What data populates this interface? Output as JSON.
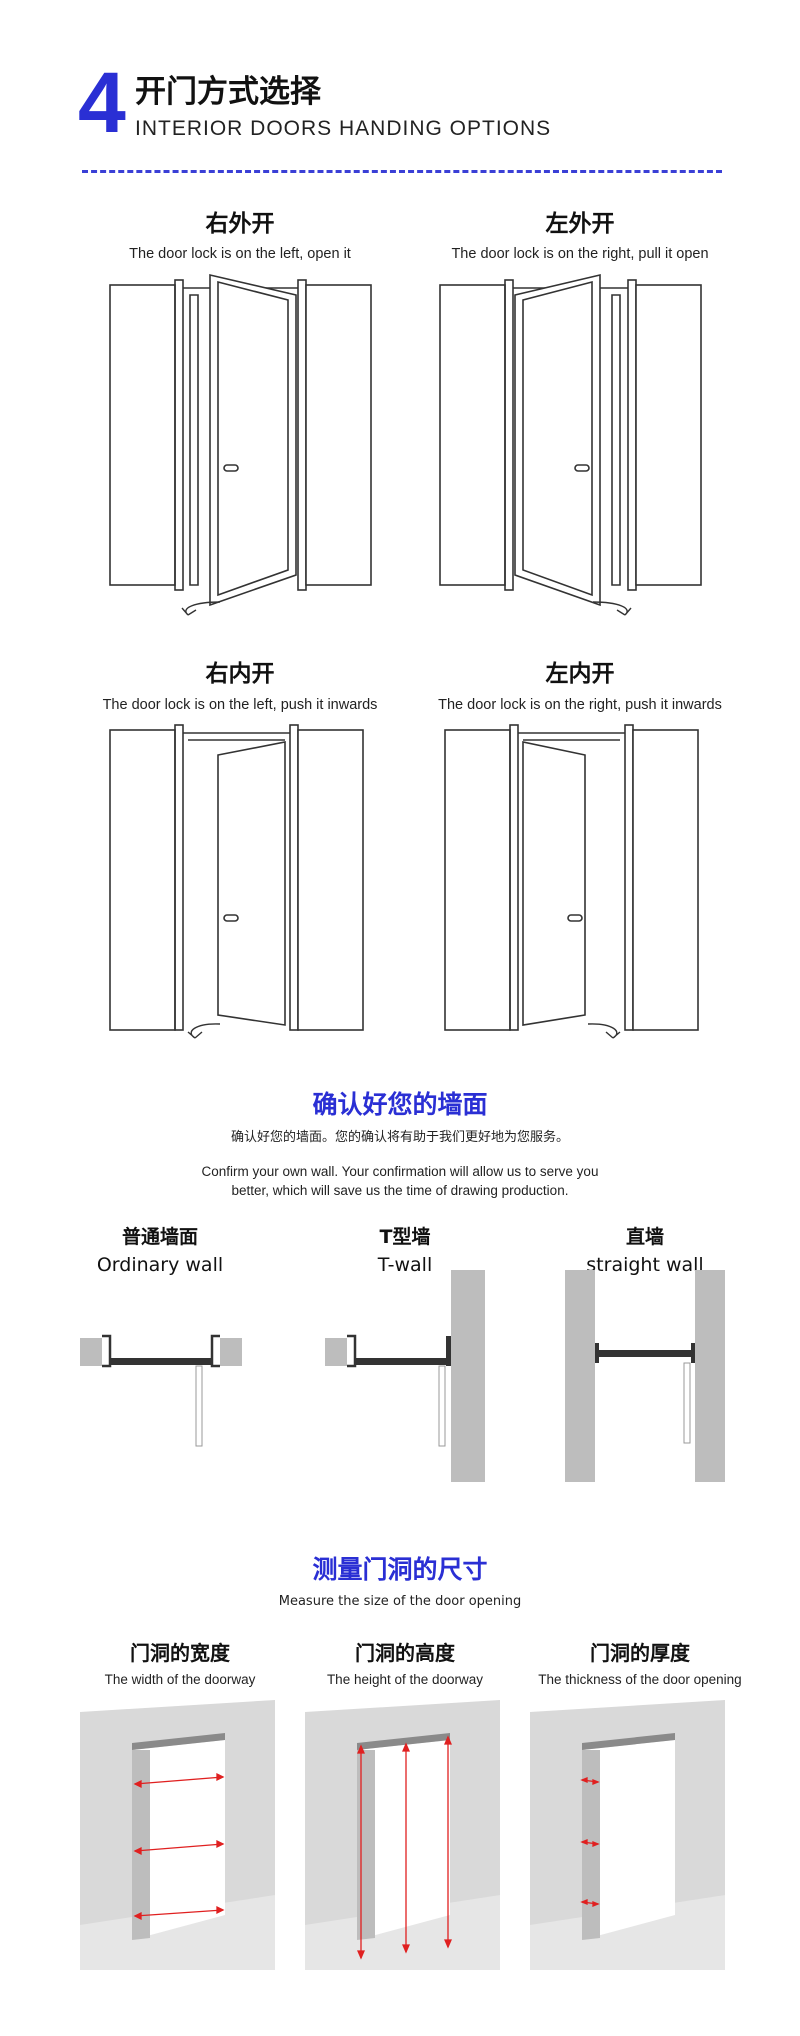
{
  "header": {
    "number": "4",
    "title_cn": "开门方式选择",
    "title_en": "INTERIOR DOORS HANDING OPTIONS"
  },
  "doors": [
    {
      "title": "右外开",
      "desc": "The door lock is on the left, open it"
    },
    {
      "title": "左外开",
      "desc": "The door lock is on the right, pull it open"
    },
    {
      "title": "右内开",
      "desc": "The door lock is on the left, push it inwards"
    },
    {
      "title": "左内开",
      "desc": "The door lock is on the right, push it inwards"
    }
  ],
  "wall_section": {
    "title": "确认好您的墙面",
    "subtitle": "确认好您的墙面。您的确认将有助于我们更好地为您服务。",
    "para_line1": "Confirm your own wall. Your confirmation will allow us to serve you",
    "para_line2": "better, which will save us the time of drawing production.",
    "walls": [
      {
        "cn": "普通墙面",
        "en": "Ordinary wall"
      },
      {
        "cn": "T型墙",
        "en": "T-wall"
      },
      {
        "cn": "直墙",
        "en": "straight wall"
      }
    ]
  },
  "measure_section": {
    "title": "测量门洞的尺寸",
    "subtitle": "Measure the size of the door opening",
    "items": [
      {
        "cn": "门洞的宽度",
        "en": "The width of the doorway"
      },
      {
        "cn": "门洞的高度",
        "en": "The height of the doorway"
      },
      {
        "cn": "门洞的厚度",
        "en": "The thickness of the door opening"
      }
    ]
  },
  "colors": {
    "accent": "#2a2fd4",
    "line": "#333333",
    "wall_gray": "#bdbdbd",
    "arrow_red": "#e02020"
  }
}
